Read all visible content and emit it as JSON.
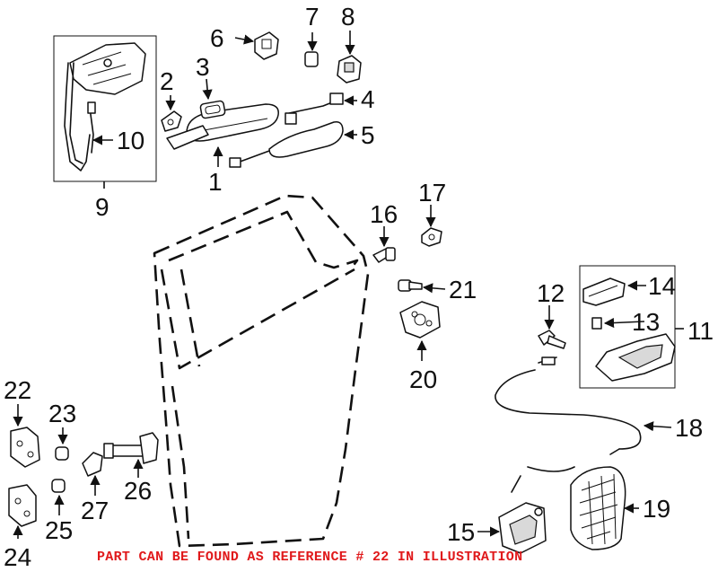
{
  "callouts": {
    "c1": "1",
    "c2": "2",
    "c3": "3",
    "c4": "4",
    "c5": "5",
    "c6": "6",
    "c7": "7",
    "c8": "8",
    "c9": "9",
    "c10": "10",
    "c11": "11",
    "c12": "12",
    "c13": "13",
    "c14": "14",
    "c15": "15",
    "c16": "16",
    "c17": "17",
    "c18": "18",
    "c19": "19",
    "c20": "20",
    "c21": "21",
    "c22": "22",
    "c23": "23",
    "c24": "24",
    "c25": "25",
    "c26": "26",
    "c27": "27"
  },
  "footer": {
    "note": "PART CAN BE FOUND AS REFERENCE # 22 IN ILLUSTRATION",
    "color": "#e0191b"
  }
}
